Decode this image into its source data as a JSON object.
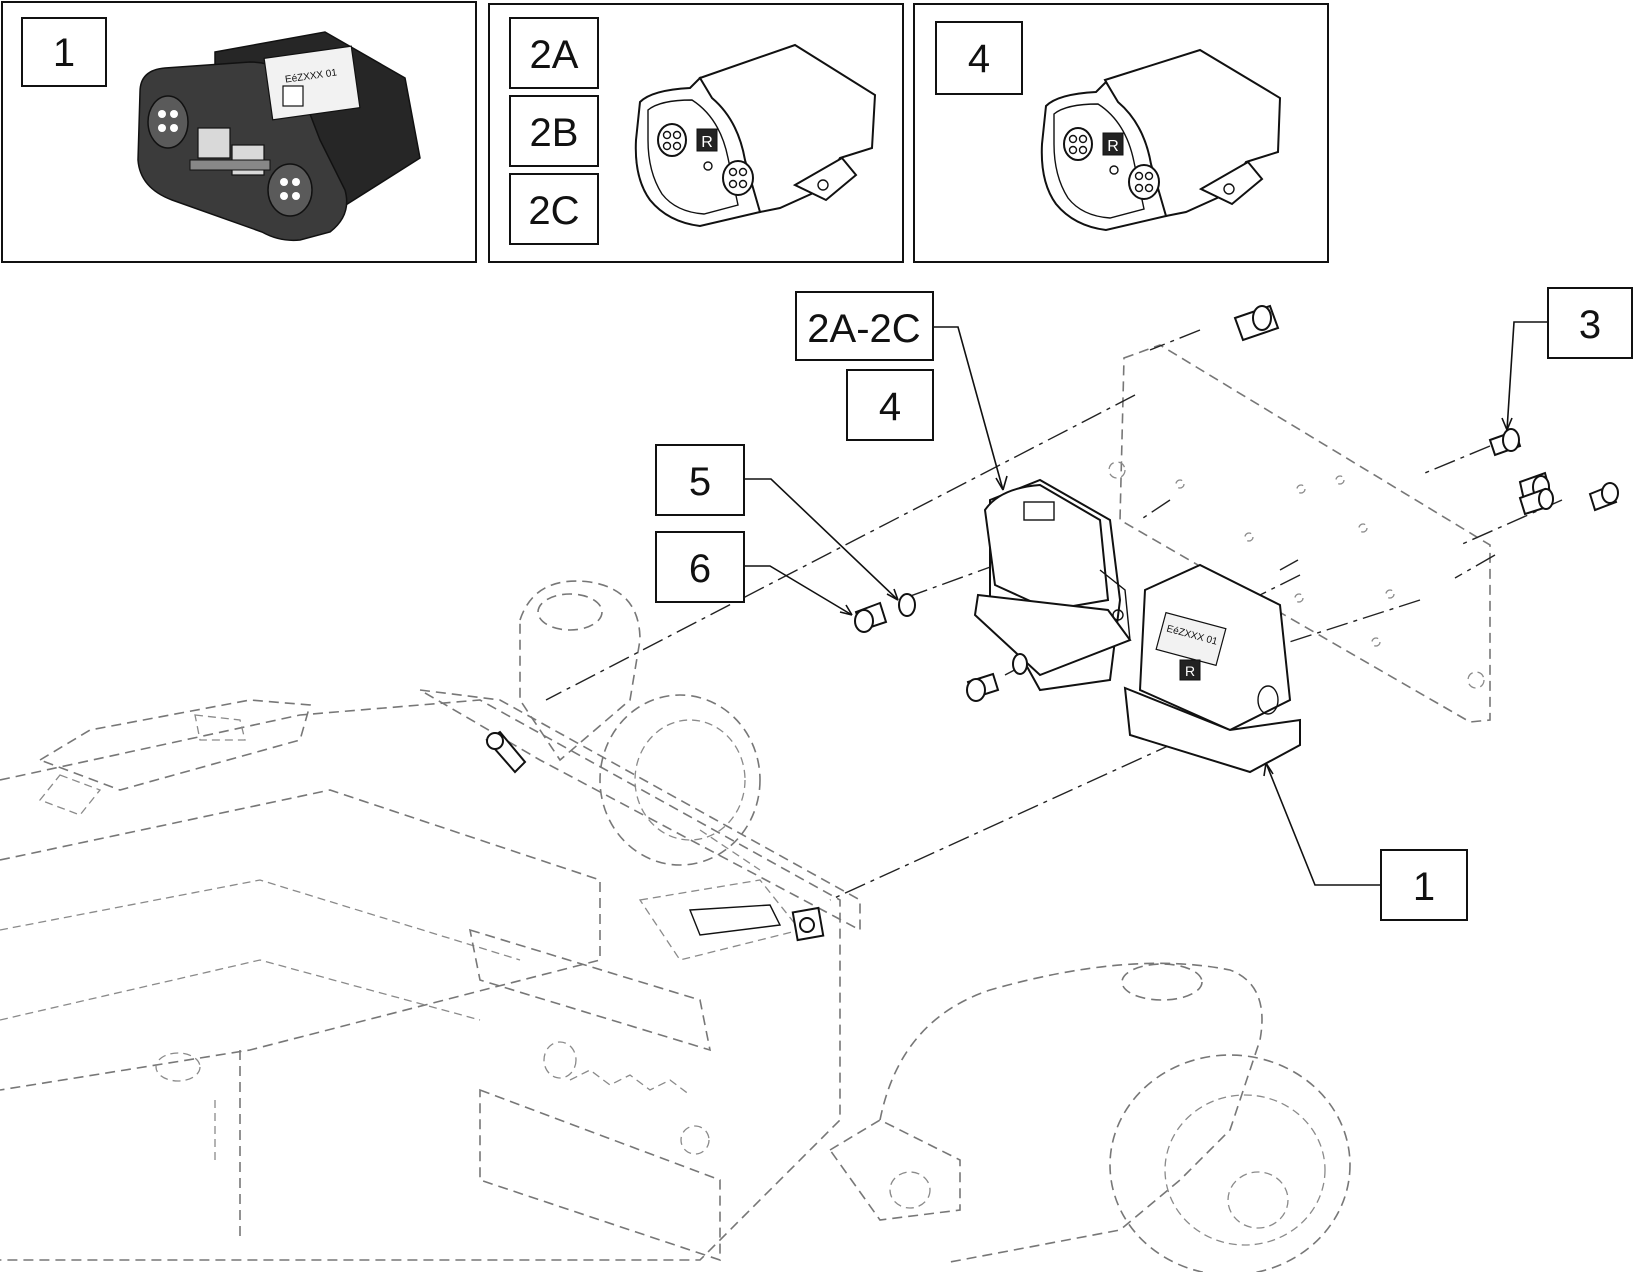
{
  "inset_panels": [
    {
      "labels": [
        "1"
      ],
      "module_label_text": "EéZXXX 01"
    },
    {
      "labels": [
        "2A",
        "2B",
        "2C"
      ]
    },
    {
      "labels": [
        "4"
      ]
    }
  ],
  "callouts": {
    "item_2a_2c": "2A-2C",
    "item_4": "4",
    "item_3": "3",
    "item_5": "5",
    "item_6": "6",
    "item_1": "1"
  },
  "module_label_main": "EéZXXX 01",
  "brand_logo_letter": "R"
}
